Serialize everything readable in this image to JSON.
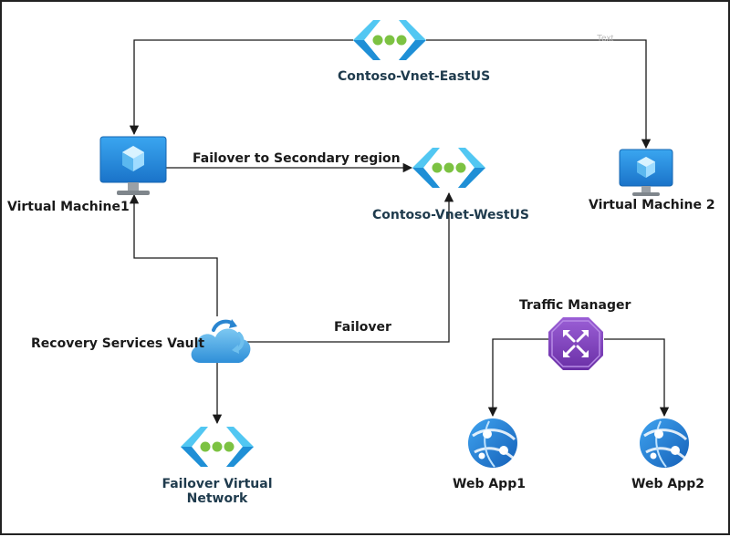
{
  "nodes": {
    "vnet_east": {
      "label": "Contoso-Vnet-EastUS",
      "icon": "virtual-network-icon"
    },
    "vnet_west": {
      "label": "Contoso-Vnet-WestUS",
      "icon": "virtual-network-icon"
    },
    "vm1": {
      "label": "Virtual Machine1",
      "icon": "virtual-machine-icon"
    },
    "vm2": {
      "label": "Virtual Machine 2",
      "icon": "virtual-machine-icon"
    },
    "vault": {
      "label": "Recovery Services Vault",
      "icon": "recovery-vault-cloud-icon"
    },
    "failover_vnet": {
      "label_line1": "Failover Virtual",
      "label_line2": "Network",
      "icon": "virtual-network-icon"
    },
    "traffic_manager": {
      "label": "Traffic Manager",
      "icon": "traffic-manager-icon"
    },
    "webapp1": {
      "label": "Web App1",
      "icon": "web-app-globe-icon"
    },
    "webapp2": {
      "label": "Web App2",
      "icon": "web-app-globe-icon"
    }
  },
  "edges": {
    "failover_secondary": "Failover to Secondary region",
    "failover": "Failover"
  },
  "placeholder_text": "Text",
  "colors": {
    "vnet_bracket_light": "#52c7f2",
    "vnet_bracket_dark": "#1f8fd6",
    "vnet_dot": "#7cc242",
    "vm_screen": "#1e8fe0",
    "vm_stand": "#9aa0a6",
    "traffic_manager": "#7a3fb8",
    "web_app": "#1a78d4",
    "vault_cloud": "#4aa6e3",
    "line": "#1a1a1a"
  }
}
